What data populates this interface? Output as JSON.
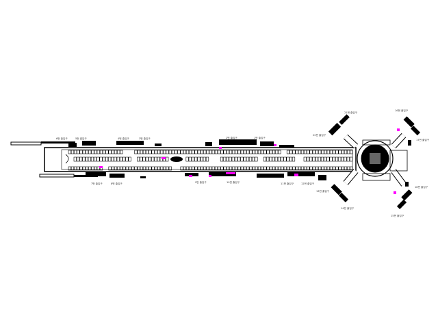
{
  "drawing": {
    "type": "station floor plan",
    "colors": {
      "line": "#000000",
      "accent_magenta": "#ff00ff",
      "accent_cyan": "#00c0c0"
    },
    "exits_top": [
      "6번 출입구",
      "5번 출입구",
      "4번 출입구",
      "3번 출입구",
      "2번 출입구",
      "1번 출입구"
    ],
    "exits_bottom": [
      "7번 출입구",
      "8번 출입구",
      "9번 출입구",
      "10번 출입구",
      "11번 출입구",
      "12번 출입구"
    ],
    "exits_hub": [
      "22번 출입구",
      "21번 출입구",
      "16번 출입구",
      "17번 출입구",
      "13번 출입구",
      "14번 출입구",
      "18번 출입구",
      "15번 출입구"
    ]
  }
}
